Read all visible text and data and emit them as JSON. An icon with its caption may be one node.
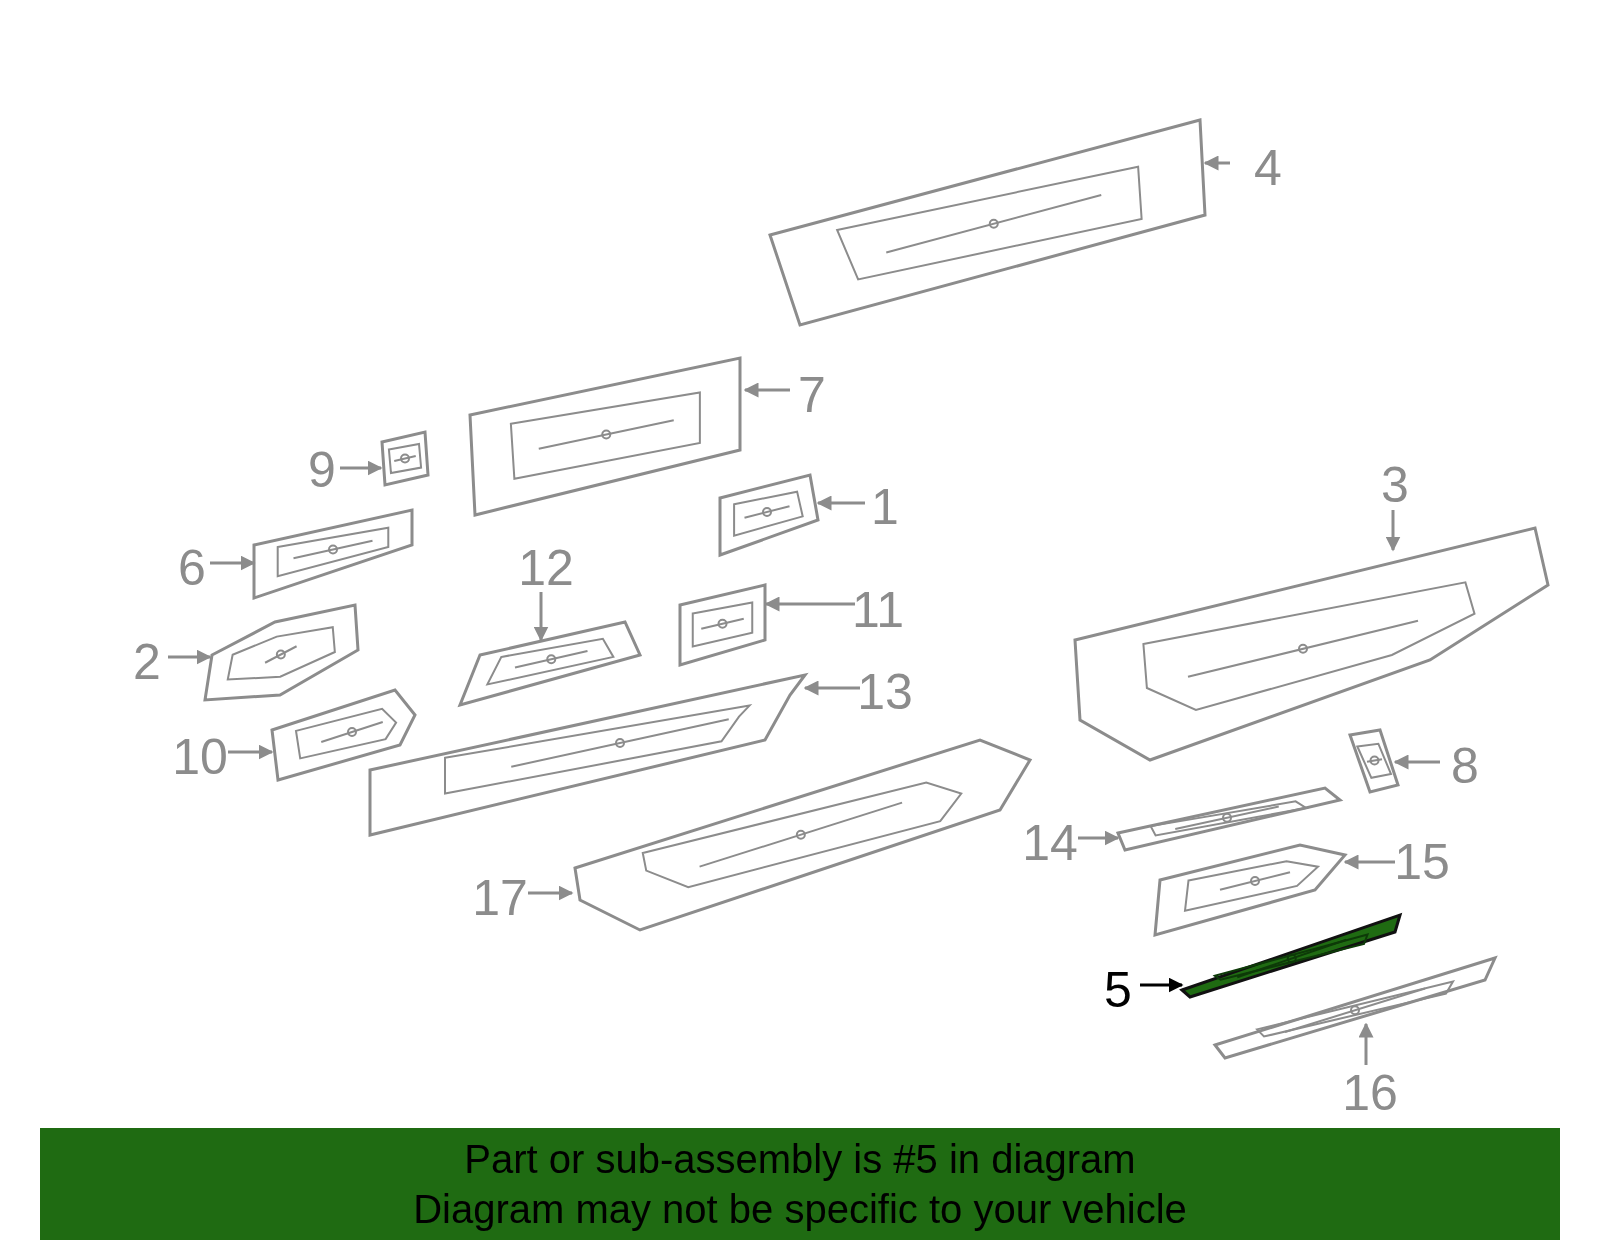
{
  "diagram": {
    "nodes": [
      {
        "text": [
          "4"
        ]
      },
      {
        "text": [],
        "shape": "picture"
      },
      {
        "text": [
          "7"
        ]
      },
      {
        "text": [],
        "shape": "picture"
      },
      {
        "text": [
          "9"
        ]
      },
      {
        "text": [],
        "shape": "picture"
      },
      {
        "text": [
          "1"
        ]
      },
      {
        "text": [],
        "shape": "picture"
      },
      {
        "text": [
          "3"
        ]
      },
      {
        "text": [],
        "shape": "picture"
      },
      {
        "text": [
          "6"
        ]
      },
      {
        "text": [],
        "shape": "picture"
      },
      {
        "text": [
          "12"
        ]
      },
      {
        "text": [],
        "shape": "picture"
      },
      {
        "text": [
          "11"
        ]
      },
      {
        "text": [],
        "shape": "picture"
      },
      {
        "text": [
          "2"
        ]
      },
      {
        "text": [],
        "shape": "picture"
      },
      {
        "text": [
          "13"
        ]
      },
      {
        "text": [],
        "shape": "picture"
      },
      {
        "text": [
          "10"
        ]
      },
      {
        "text": [],
        "shape": "picture"
      },
      {
        "text": [
          "8"
        ]
      },
      {
        "text": [],
        "shape": "picture"
      },
      {
        "text": [
          "14"
        ]
      },
      {
        "text": [],
        "shape": "picture"
      },
      {
        "text": [
          "15"
        ]
      },
      {
        "text": [],
        "shape": "picture"
      },
      {
        "text": [
          "17"
        ]
      },
      {
        "text": [],
        "shape": "picture"
      },
      {
        "text": [
          "5"
        ]
      },
      {
        "text": [],
        "shape": "picture"
      },
      {
        "text": [
          "16"
        ]
      },
      {
        "text": [],
        "shape": "picture"
      }
    ],
    "edges": [
      {
        "from": 0,
        "to": 1,
        "arrow": "to"
      },
      {
        "from": 2,
        "to": 3,
        "arrow": "to"
      },
      {
        "from": 4,
        "to": 5,
        "arrow": "to"
      },
      {
        "from": 6,
        "to": 7,
        "arrow": "to"
      },
      {
        "from": 8,
        "to": 9,
        "arrow": "to"
      },
      {
        "from": 10,
        "to": 11,
        "arrow": "to"
      },
      {
        "from": 12,
        "to": 13,
        "arrow": "to"
      },
      {
        "from": 14,
        "to": 15,
        "arrow": "to"
      },
      {
        "from": 16,
        "to": 17,
        "arrow": "to"
      },
      {
        "from": 18,
        "to": 19,
        "arrow": "to"
      },
      {
        "from": 20,
        "to": 21,
        "arrow": "to"
      },
      {
        "from": 22,
        "to": 23,
        "arrow": "to"
      },
      {
        "from": 24,
        "to": 25,
        "arrow": "to"
      },
      {
        "from": 26,
        "to": 27,
        "arrow": "to"
      },
      {
        "from": 28,
        "to": 29,
        "arrow": "to"
      },
      {
        "from": 30,
        "to": 31,
        "arrow": "to",
        "color": "#000000"
      },
      {
        "from": 32,
        "to": 33,
        "arrow": "to"
      }
    ],
    "labels": [
      "Part or sub-assembly is #5 in diagram",
      "Diagram may not be specific to your vehicle"
    ]
  }
}
